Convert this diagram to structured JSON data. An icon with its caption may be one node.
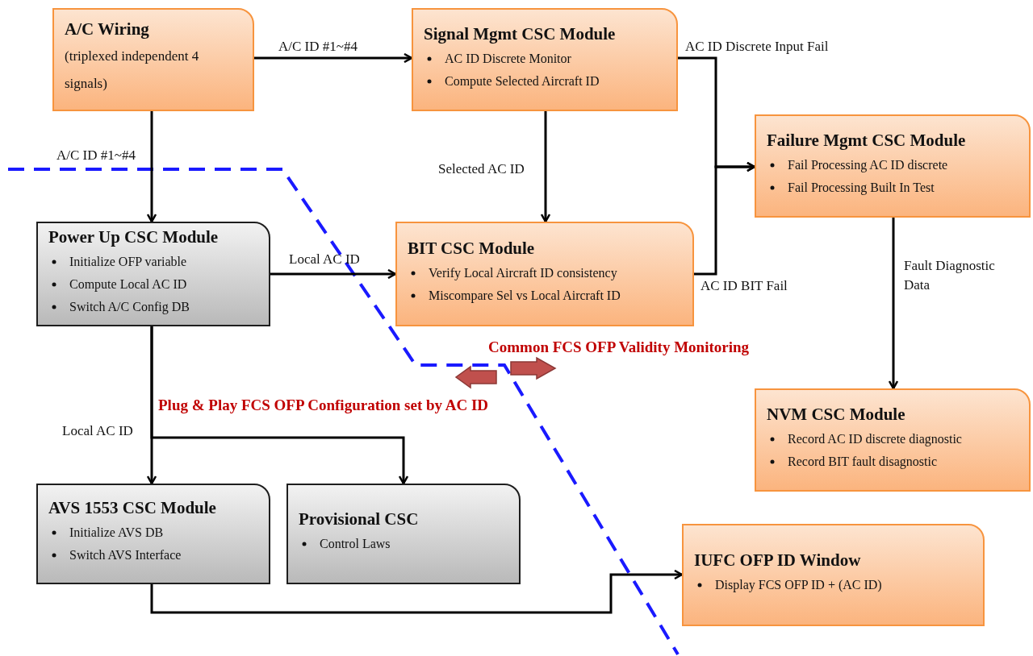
{
  "diagram": {
    "nodes": [
      {
        "text": [
          "A/C Wiring",
          "(triplexed independent 4 signals)"
        ]
      },
      {
        "text": [
          "Signal Mgmt CSC Module",
          "AC ID Discrete Monitor",
          "Compute Selected Aircraft ID"
        ]
      },
      {
        "text": [
          "Failure Mgmt CSC Module",
          "Fail Processing AC ID discrete",
          "Fail Processing Built In Test"
        ]
      },
      {
        "text": [
          "Power Up CSC Module",
          "Initialize OFP variable",
          "Compute Local AC ID",
          "Switch A/C Config DB"
        ]
      },
      {
        "text": [
          "BIT CSC Module",
          "Verify Local Aircraft ID consistency",
          "Miscompare Sel vs Local Aircraft ID"
        ]
      },
      {
        "text": [
          "NVM CSC Module",
          "Record AC ID discrete diagnostic",
          "Record BIT fault disagnostic"
        ]
      },
      {
        "text": [
          "AVS 1553 CSC Module",
          "Initialize AVS DB",
          "Switch AVS Interface"
        ]
      },
      {
        "text": [
          "Provisional CSC",
          "Control Laws"
        ]
      },
      {
        "text": [
          "IUFC OFP ID Window",
          "Display FCS OFP ID + (AC ID)"
        ]
      }
    ],
    "edges": [
      {
        "from": 0,
        "to": 1,
        "arrow": "to",
        "label": "A/C ID #1~#4"
      },
      {
        "from": 0,
        "to": 3,
        "arrow": "to",
        "label": "A/C ID #1~#4"
      },
      {
        "from": 1,
        "to": 4,
        "arrow": "to",
        "label": "Selected AC ID"
      },
      {
        "from": 1,
        "to": 2,
        "arrow": "to",
        "label": "AC ID Discrete Input Fail"
      },
      {
        "from": 4,
        "to": 2,
        "arrow": "to",
        "label": "AC ID BIT Fail"
      },
      {
        "from": 3,
        "to": 4,
        "arrow": "to",
        "label": "Local AC ID"
      },
      {
        "from": 2,
        "to": 5,
        "arrow": "to",
        "label": "Fault Diagnostic Data"
      },
      {
        "from": 3,
        "to": 6,
        "arrow": "to",
        "label": "Local AC ID"
      },
      {
        "from": 3,
        "to": 7,
        "arrow": "to"
      },
      {
        "from": 6,
        "to": 8,
        "arrow": "to"
      }
    ],
    "labels": [
      "Common FCS OFP Validity Monitoring",
      "Plug & Play FCS OFP Configuration set by AC ID"
    ]
  }
}
